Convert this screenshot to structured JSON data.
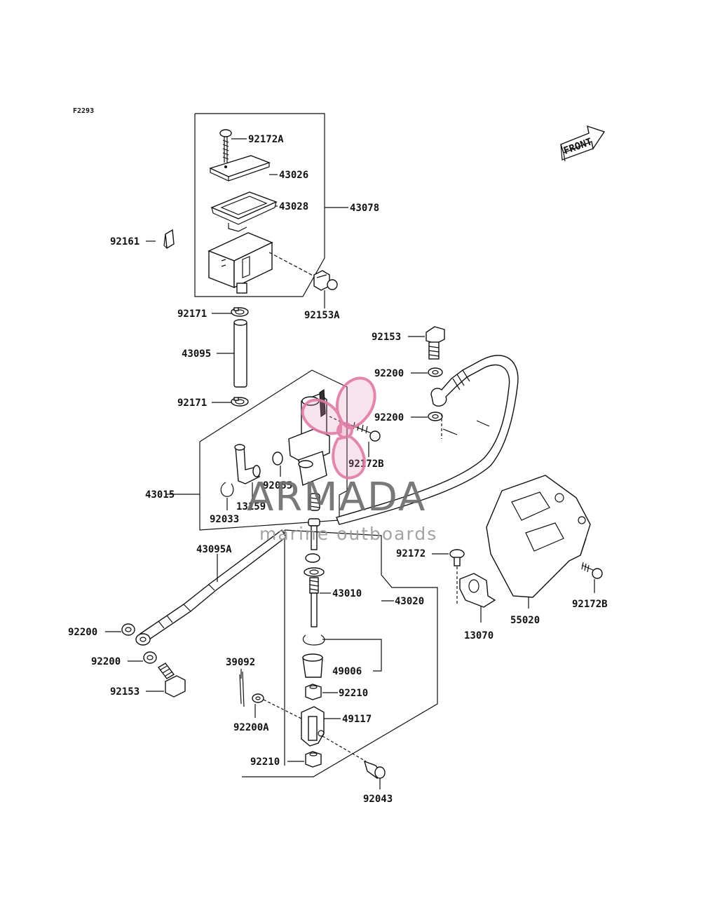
{
  "figure_code": "F2293",
  "front_label": "FRONT",
  "watermark": {
    "title": "ARMADA",
    "subtitle": "marine outboards",
    "accent_color": "#e07aa6",
    "text_color": "#6b6b6b"
  },
  "labels": {
    "p92172A": "92172A",
    "p43026": "43026",
    "p43028": "43028",
    "p43078": "43078",
    "p92161": "92161",
    "p92153A": "92153A",
    "p92171a": "92171",
    "p43095": "43095",
    "p92171b": "92171",
    "p92153a": "92153",
    "p92200a": "92200",
    "p92200b": "92200",
    "p92172B": "92172B",
    "p43015": "43015",
    "p92055": "92055",
    "p13159": "13159",
    "p92033": "92033",
    "p43095A": "43095A",
    "p92172": "92172",
    "p43010": "43010",
    "p43020": "43020",
    "p92200c": "92200",
    "p92200d": "92200",
    "p92153b": "92153",
    "p39092": "39092",
    "p49006": "49006",
    "p92210a": "92210",
    "p92200A": "92200A",
    "p49117": "49117",
    "p92210b": "92210",
    "p92043": "92043",
    "p13070": "13070",
    "p55020": "55020",
    "p92172B2": "92172B"
  }
}
